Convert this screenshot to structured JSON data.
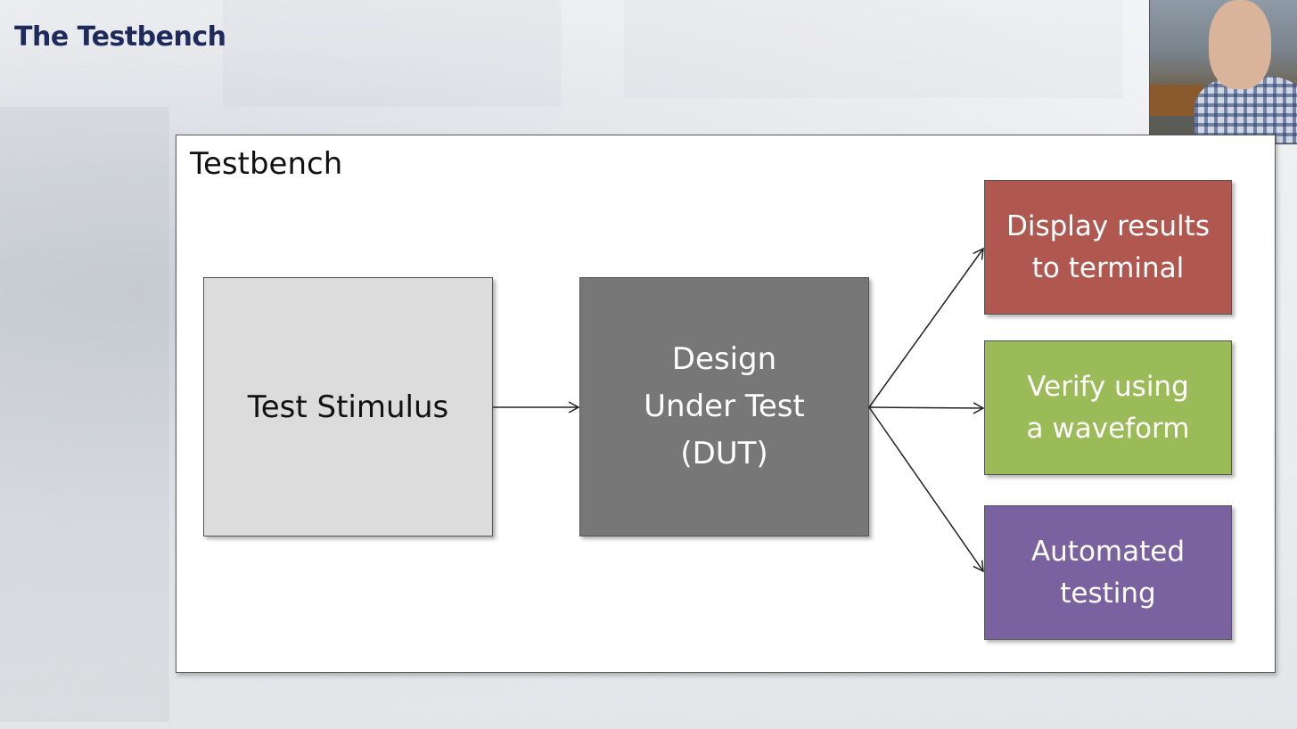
{
  "slide": {
    "title": "The Testbench"
  },
  "diagram": {
    "frame_label": "Testbench",
    "nodes": {
      "stimulus": "Test Stimulus",
      "dut": "Design\nUnder Test\n(DUT)",
      "display": "Display results\nto terminal",
      "verify": "Verify using\na waveform",
      "automated": "Automated\ntesting"
    },
    "colors": {
      "stimulus": "#dcdcdc",
      "dut": "#777777",
      "display": "#b0574f",
      "verify": "#9bbb59",
      "automated": "#7a62a0",
      "title": "#1f2a5c"
    },
    "edges": [
      {
        "from": "stimulus",
        "to": "dut"
      },
      {
        "from": "dut",
        "to": "display"
      },
      {
        "from": "dut",
        "to": "verify"
      },
      {
        "from": "dut",
        "to": "automated"
      }
    ]
  },
  "webcam": {
    "icon": "presenter-webcam-feed"
  }
}
